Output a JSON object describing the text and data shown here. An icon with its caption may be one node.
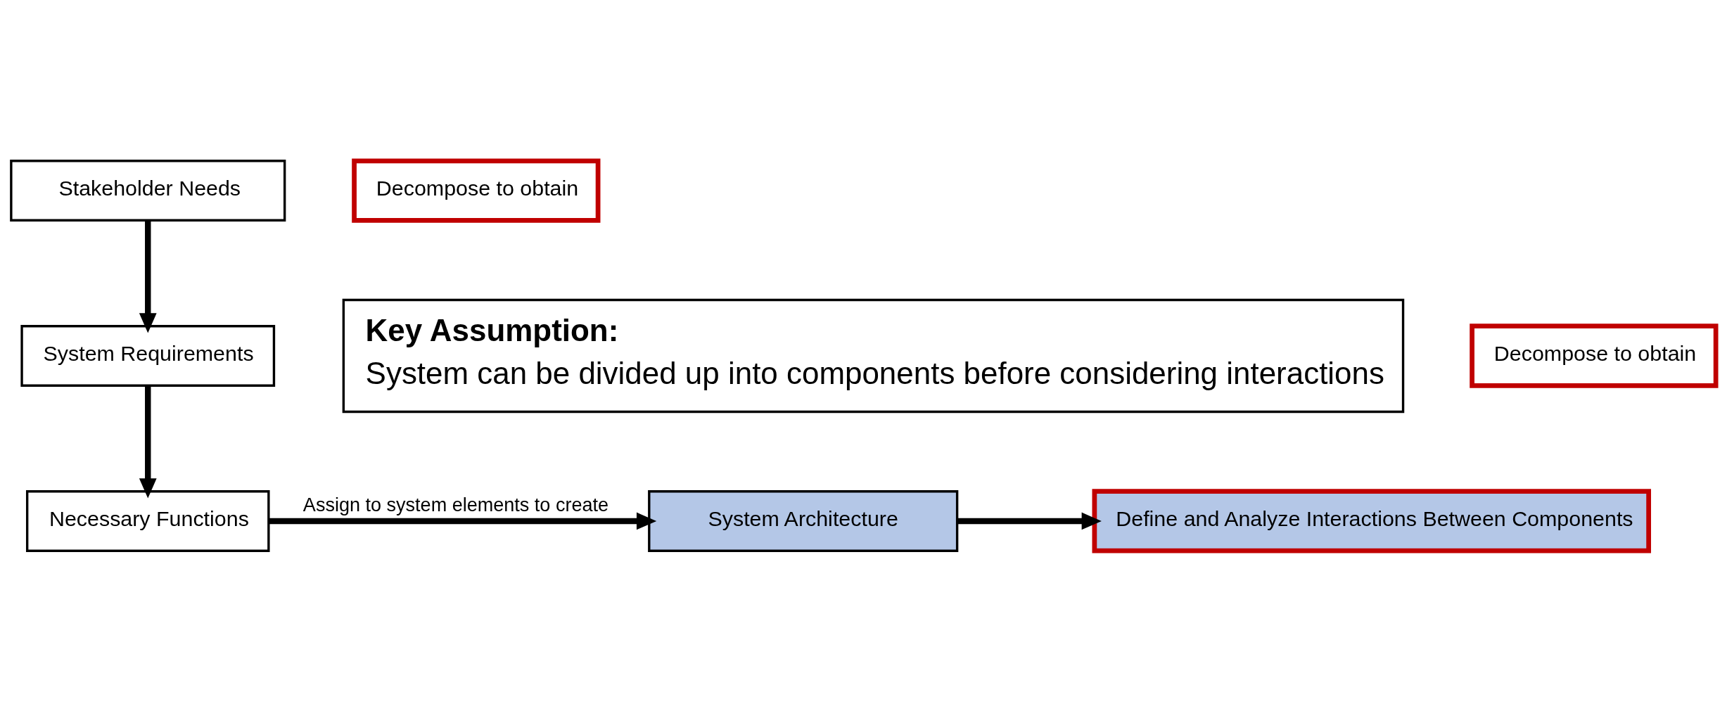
{
  "diagram": {
    "nodes": [
      {
        "text": [
          "Stakeholder Needs"
        ]
      },
      {
        "text": [
          "System Requirements"
        ]
      },
      {
        "text": [
          "Necessary Functions"
        ]
      },
      {
        "text": [
          "System Architecture"
        ]
      },
      {
        "text": [
          "Define and Analyze Interactions Between Components"
        ]
      },
      {
        "text": [
          "Key Assumption:",
          "System can be divided up into components before considering interactions"
        ]
      },
      {
        "text": [
          "Decompose to obtain"
        ]
      },
      {
        "text": [
          "Decompose to obtain"
        ]
      }
    ],
    "edges": [
      {
        "from": 0,
        "to": 1,
        "arrow": "to"
      },
      {
        "from": 1,
        "to": 2,
        "arrow": "to"
      },
      {
        "from": 2,
        "to": 3,
        "arrow": "to",
        "label": "Assign to system elements to create"
      },
      {
        "from": 3,
        "to": 4,
        "arrow": "to"
      }
    ]
  }
}
